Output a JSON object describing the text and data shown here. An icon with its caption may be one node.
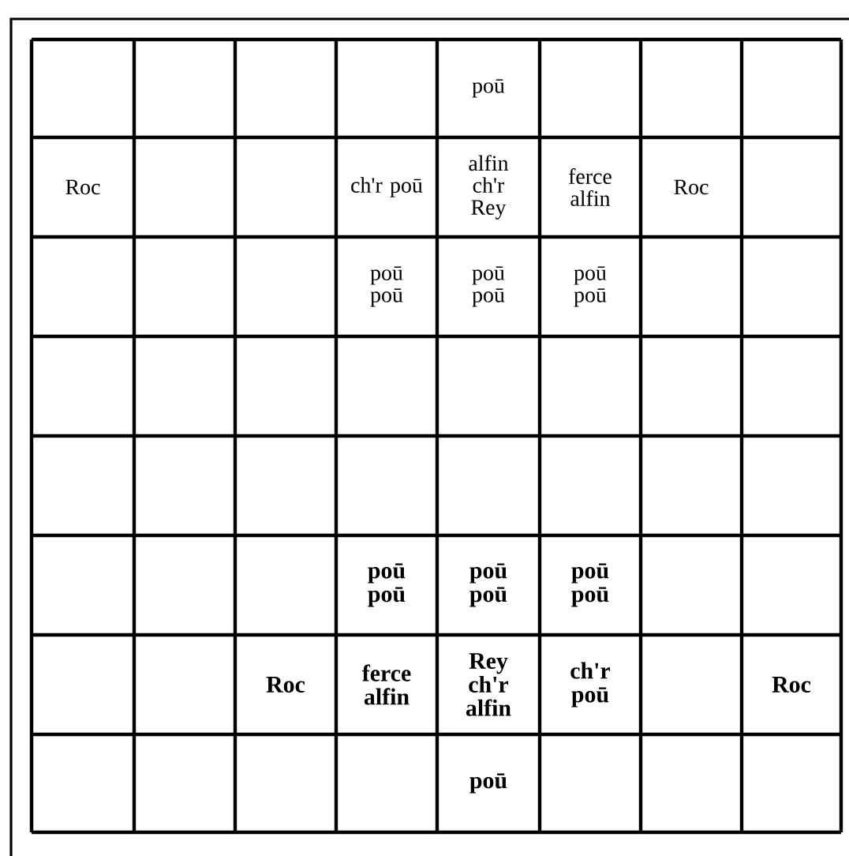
{
  "diagram": {
    "labels": [
      "poū",
      "Roc",
      "ch'r poū",
      "alfin ch'r Rey",
      "ferce alfin",
      "Roc",
      "poū poū",
      "poū poū",
      "poū poū",
      "poū poū",
      "poū poū",
      "poū poū",
      "Roc",
      "ferce alfin",
      "Rey ch'r alfin",
      "ch'r poū",
      "Roc",
      "poū"
    ]
  }
}
